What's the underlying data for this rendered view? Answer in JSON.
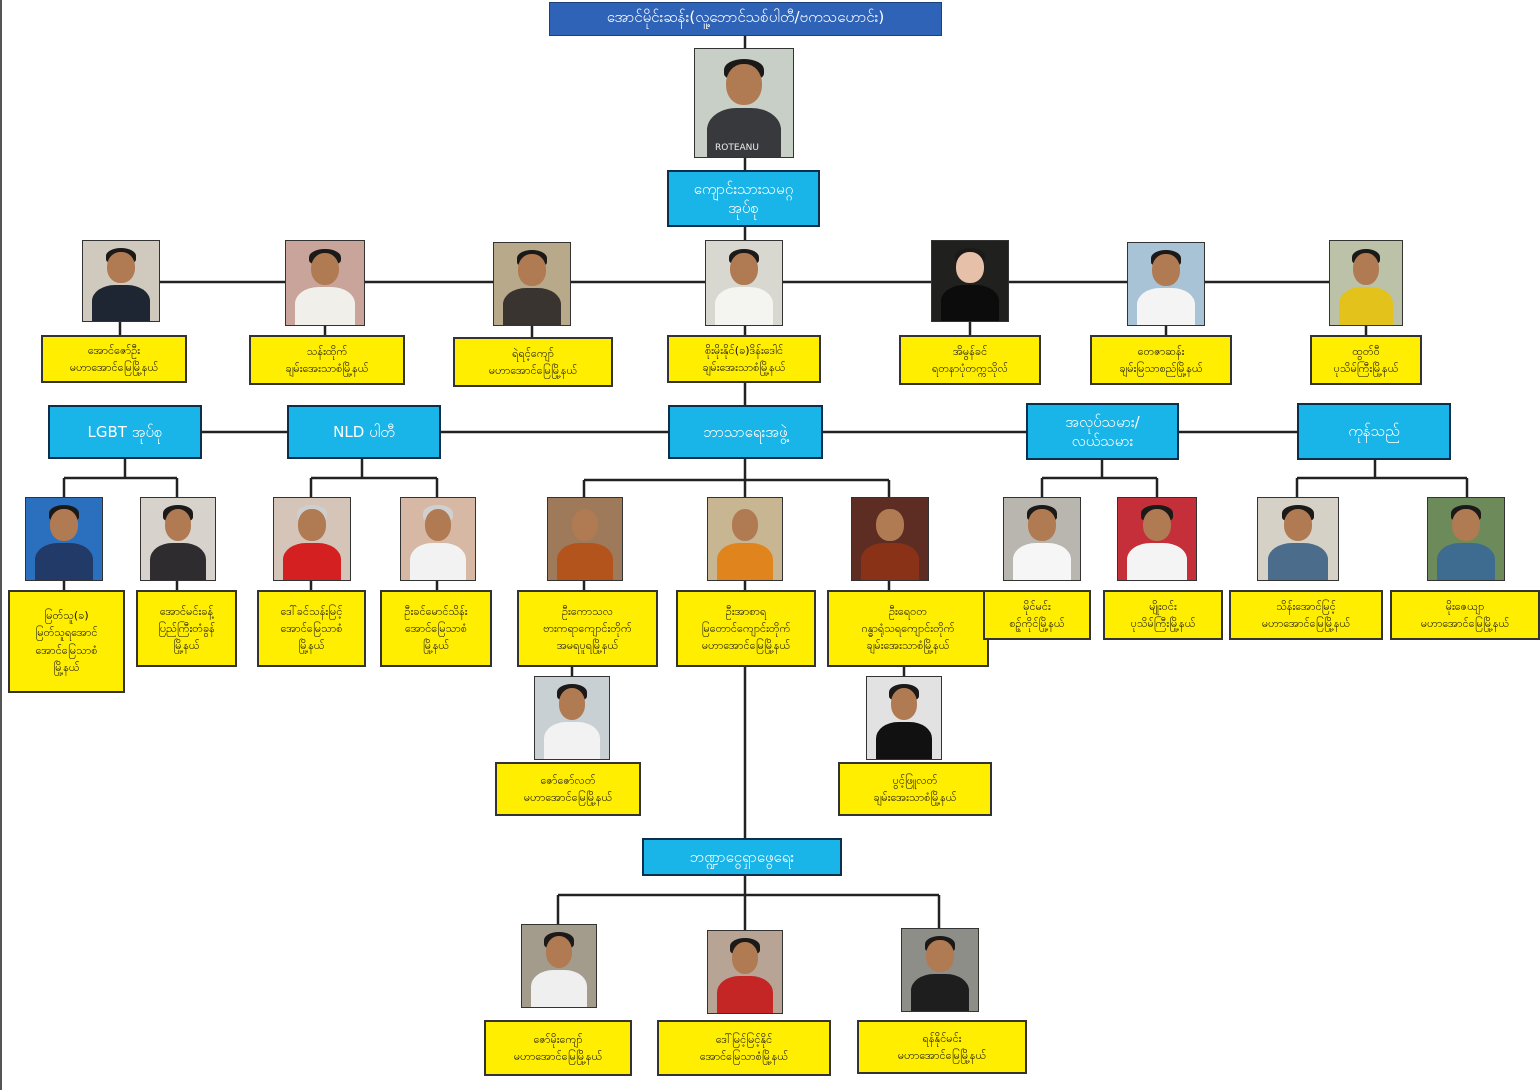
{
  "title": "အောင်မိုင်းဆန်း(လူ့ဘောင်သစ်ပါတီ/ဗကသဟောင်း)",
  "groups": {
    "student": "ကျောင်းသားသမဂ္ဂ\nအုပ်စု",
    "lgbt": "LGBT အုပ်စု",
    "nld": "NLD ပါတီ",
    "religion": "ဘာသာရေးအဖွဲ့",
    "workers": "အလုပ်သမား/\nလယ်သမား",
    "merchants": "ကုန်သည်",
    "finance": "ဘဏ္ဍာငွေရှာဖွေရေး"
  },
  "people": {
    "p1": {
      "name": "အောင်ဇော်ဦး",
      "place": "မဟာအောင်မြေမြို့နယ်"
    },
    "p2": {
      "name": "သန်းထိုက်",
      "place": "ချမ်းအေးသာစံမြို့နယ်"
    },
    "p3": {
      "name": "ရဲရင့်ကျော်",
      "place": "မဟာအောင်မြေမြို့နယ်"
    },
    "p4": {
      "name": "စိုးမိုးနိုင်(ခ)ဒိန်းဒေါင်",
      "place": "ချမ်းအေးသာစံမြို့နယ်"
    },
    "p5": {
      "name": "အိမွန်ခင်",
      "place": "ရတနာပုံတက္ကသိုလ်"
    },
    "p6": {
      "name": "တေဇာဆန်း",
      "place": "ချမ်းမြသာစည်မြို့နယ်"
    },
    "p7": {
      "name": "ထွတ်ဝီ",
      "place": "ပုသိမ်ကြီးမြို့နယ်"
    },
    "l1": {
      "l1": "မြတ်သူ(ခ)",
      "l2": "မြတ်သူရအောင်",
      "l3": "အောင်မြေသာစံ",
      "l4": "မြို့နယ်"
    },
    "l2": {
      "l1": "အောင်မင်းခန့်",
      "l2": "ပြည်ကြီးတံခွန်",
      "l3": "မြို့နယ်"
    },
    "n1": {
      "l1": "ဒေါ်ခင်သန်းမြင့်",
      "l2": "အောင်မြေသာစံ",
      "l3": "မြို့နယ်"
    },
    "n2": {
      "l1": "ဦးခင်မောင်သိန်း",
      "l2": "အောင်မြေသာစံ",
      "l3": "မြို့နယ်"
    },
    "r1": {
      "name": "ဦးကောသလ",
      "place": "ဗားကရာကျောင်းတိုက်",
      "town": "အမရပူရမြို့နယ်"
    },
    "r2": {
      "name": "ဦးအာစာရ",
      "place": "မြတောင်ကျောင်းတိုက်",
      "town": "မဟာအောင်မြေမြို့နယ်"
    },
    "r3": {
      "name": "ဦးရေဝတ",
      "place": "ဂန္ဓာရုံသရကျောင်းတိုက်",
      "town": "ချမ်းအေးသာစံမြို့နယ်"
    },
    "r4": {
      "name": "ဇော်ဇော်လတ်",
      "place": "မဟာအောင်မြေမြို့နယ်"
    },
    "r5": {
      "name": "ပွင့်ဖြူလတ်",
      "place": "ချမ်းအေးသာစံမြို့နယ်"
    },
    "w1": {
      "name": "မိုင်မင်း",
      "place": "စဉ့်ကိုင်မြို့နယ်"
    },
    "w2": {
      "name": "မျိုးဝင်း",
      "place": "ပုသိမ်ကြီးမြို့နယ်"
    },
    "m1": {
      "name": "သိန်းအောင်မြင့်",
      "place": "မဟာအောင်မြေမြို့နယ်"
    },
    "m2": {
      "name": "မိုးဇေယျာ",
      "place": "မဟာအောင်မြေမြို့နယ်"
    },
    "f1": {
      "name": "ဇော်မိုးကျော်",
      "place": "မဟာအောင်မြေမြို့နယ်"
    },
    "f2": {
      "name": "ဒေါ်မြင့်မြင့်နိုင်",
      "place": "အောင်မြေသာစံမြို့နယ်"
    },
    "f3": {
      "name": "ရန်နိုင်မင်း",
      "place": "မဟာအောင်မြေမြို့နယ်"
    }
  },
  "top_photo_shirt_text": "ROTEANU",
  "colors": {
    "group_fill": "#19b4e8",
    "card_fill": "#ffee00",
    "title_fill": "#2f63b8",
    "line": "#222222"
  }
}
